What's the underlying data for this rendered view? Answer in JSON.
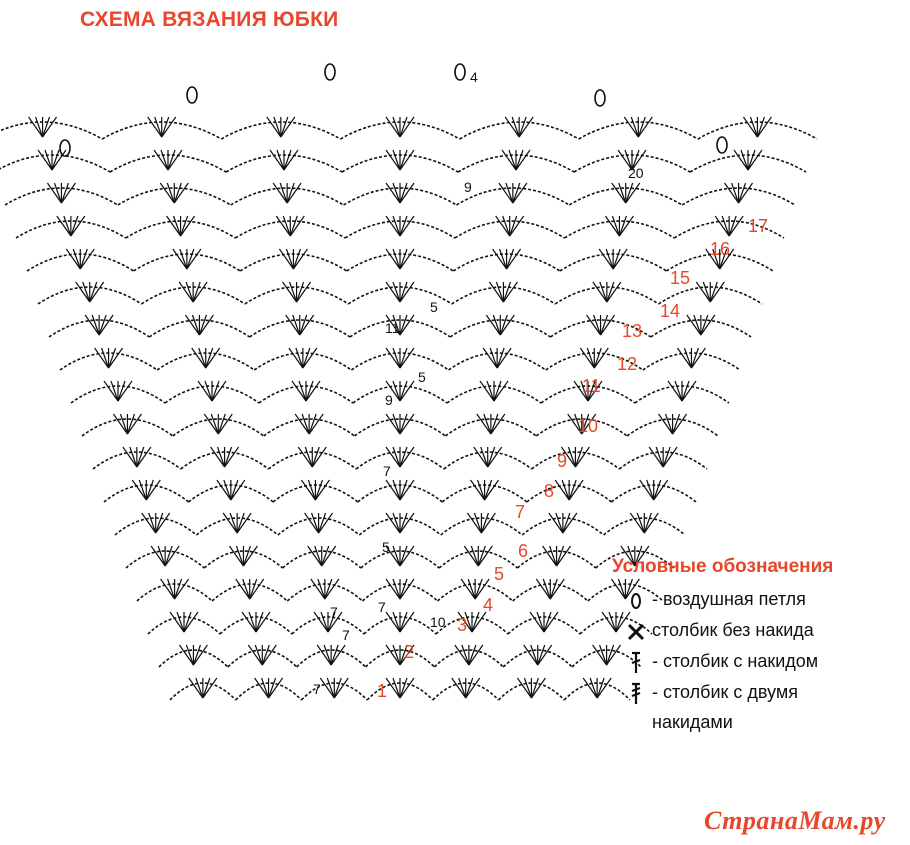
{
  "title": "СХЕМА ВЯЗАНИЯ ЮБКИ",
  "row_numbers": {
    "right_side": [
      "17",
      "16",
      "15",
      "14",
      "13",
      "12",
      "11",
      "10",
      "9",
      "8",
      "7",
      "6",
      "5",
      "4",
      "3",
      "2",
      "1"
    ]
  },
  "inner_numbers": [
    "4",
    "9",
    "5",
    "11",
    "5",
    "9",
    "7",
    "5",
    "7",
    "7",
    "7",
    "10",
    "7",
    "20"
  ],
  "legend": {
    "title": "Условные обозначения",
    "items": [
      {
        "icon": "chain-stitch-icon",
        "text": "- воздушная петля"
      },
      {
        "icon": "single-crochet-icon",
        "text": "столбик без накида"
      },
      {
        "icon": "double-crochet-icon",
        "text": "- столбик с накидом"
      },
      {
        "icon": "treble-crochet-icon",
        "text": "- столбик с двумя"
      }
    ],
    "continuation": "накидами"
  },
  "watermark": "СтранаМам.ру",
  "colors": {
    "accent": "#e8472b",
    "ink": "#111111"
  }
}
